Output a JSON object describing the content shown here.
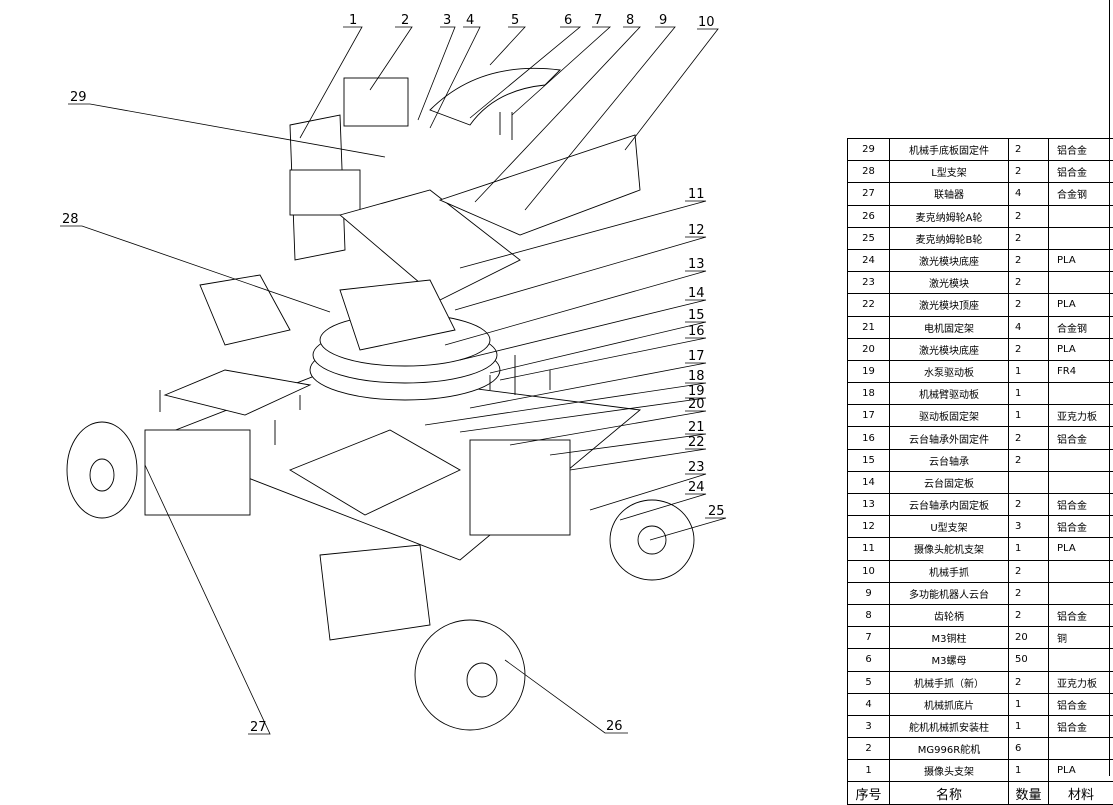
{
  "drawing": {
    "callouts": [
      "1",
      "2",
      "3",
      "4",
      "5",
      "6",
      "7",
      "8",
      "9",
      "10",
      "11",
      "12",
      "13",
      "14",
      "15",
      "16",
      "17",
      "18",
      "19",
      "20",
      "21",
      "22",
      "23",
      "24",
      "25",
      "26",
      "27",
      "28",
      "29"
    ]
  },
  "bom": {
    "header": {
      "no": "序号",
      "name": "名称",
      "qty": "数量",
      "material": "材料"
    },
    "rows": [
      {
        "no": "29",
        "name": "机械手底板固定件",
        "qty": "2",
        "material": "铝合金"
      },
      {
        "no": "28",
        "name": "L型支架",
        "qty": "2",
        "material": "铝合金"
      },
      {
        "no": "27",
        "name": "联轴器",
        "qty": "4",
        "material": "合金钢"
      },
      {
        "no": "26",
        "name": "麦克纳姆轮A轮",
        "qty": "2",
        "material": ""
      },
      {
        "no": "25",
        "name": "麦克纳姆轮B轮",
        "qty": "2",
        "material": ""
      },
      {
        "no": "24",
        "name": "激光模块底座",
        "qty": "2",
        "material": "PLA"
      },
      {
        "no": "23",
        "name": "激光模块",
        "qty": "2",
        "material": ""
      },
      {
        "no": "22",
        "name": "激光模块顶座",
        "qty": "2",
        "material": "PLA"
      },
      {
        "no": "21",
        "name": "电机固定架",
        "qty": "4",
        "material": "合金钢"
      },
      {
        "no": "20",
        "name": "激光模块底座",
        "qty": "2",
        "material": "PLA"
      },
      {
        "no": "19",
        "name": "水泵驱动板",
        "qty": "1",
        "material": "FR4"
      },
      {
        "no": "18",
        "name": "机械臂驱动板",
        "qty": "1",
        "material": ""
      },
      {
        "no": "17",
        "name": "驱动板固定架",
        "qty": "1",
        "material": "亚克力板"
      },
      {
        "no": "16",
        "name": "云台轴承外固定件",
        "qty": "2",
        "material": "铝合金"
      },
      {
        "no": "15",
        "name": "云台轴承",
        "qty": "2",
        "material": ""
      },
      {
        "no": "14",
        "name": "云台固定板",
        "qty": "",
        "material": ""
      },
      {
        "no": "13",
        "name": "云台轴承内固定板",
        "qty": "2",
        "material": "铝合金"
      },
      {
        "no": "12",
        "name": "U型支架",
        "qty": "3",
        "material": "铝合金"
      },
      {
        "no": "11",
        "name": "摄像头舵机支架",
        "qty": "1",
        "material": "PLA"
      },
      {
        "no": "10",
        "name": "机械手抓",
        "qty": "2",
        "material": ""
      },
      {
        "no": "9",
        "name": "多功能机器人云台",
        "qty": "2",
        "material": ""
      },
      {
        "no": "8",
        "name": "齿轮柄",
        "qty": "2",
        "material": "铝合金"
      },
      {
        "no": "7",
        "name": "M3铜柱",
        "qty": "20",
        "material": "铜"
      },
      {
        "no": "6",
        "name": "M3螺母",
        "qty": "50",
        "material": ""
      },
      {
        "no": "5",
        "name": "机械手抓（新）",
        "qty": "2",
        "material": "亚克力板"
      },
      {
        "no": "4",
        "name": "机械抓底片",
        "qty": "1",
        "material": "铝合金"
      },
      {
        "no": "3",
        "name": "舵机机械抓安装柱",
        "qty": "1",
        "material": "铝合金"
      },
      {
        "no": "2",
        "name": "MG996R舵机",
        "qty": "6",
        "material": ""
      },
      {
        "no": "1",
        "name": "摄像头支架",
        "qty": "1",
        "material": "PLA"
      }
    ]
  }
}
